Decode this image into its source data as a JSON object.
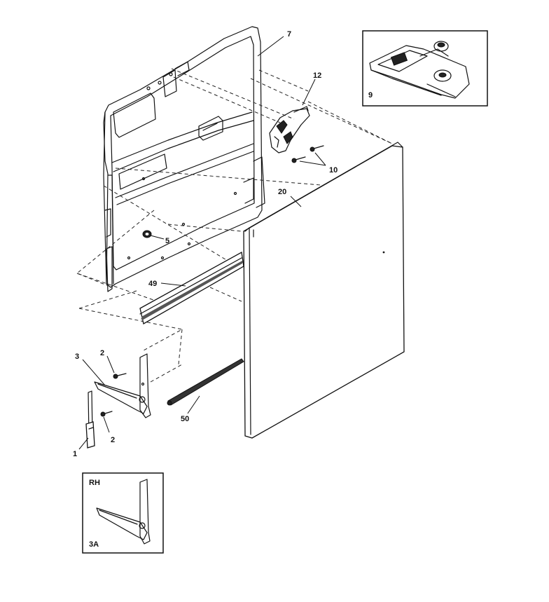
{
  "callouts": {
    "door_frame": "7",
    "dispenser_inset": "9",
    "latch": "12",
    "screws_latch": "10",
    "outer_panel": "20",
    "grommet": "5",
    "trim_strip": "49",
    "hinge_screw_upper": "2",
    "hinge": "3",
    "hinge_screw_lower": "2",
    "hinge_pin": "1",
    "gasket_strip": "50",
    "rh_hinge_inset": "3A"
  },
  "inset_rh": {
    "title": "RH"
  },
  "colors": {
    "line": "#111111",
    "background": "#ffffff"
  }
}
